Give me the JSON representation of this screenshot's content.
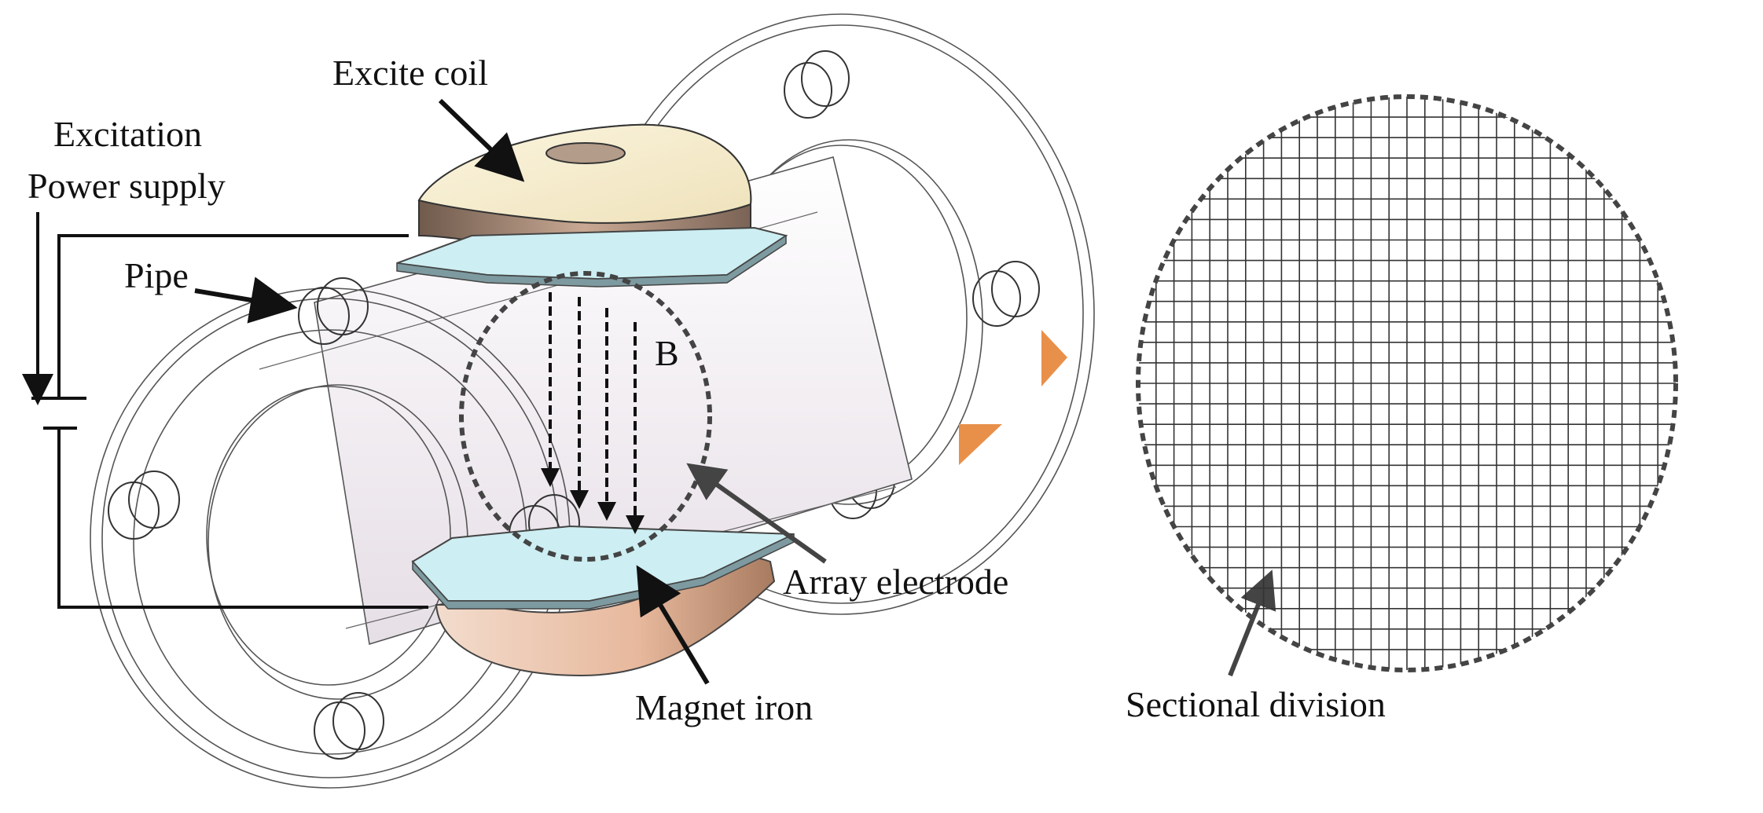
{
  "labels": {
    "excite_coil": "Excite coil",
    "excitation_line1": "Excitation",
    "excitation_line2": "Power supply",
    "pipe": "Pipe",
    "b_field": "B",
    "array_electrode": "Array electrode",
    "magnet_iron": "Magnet iron",
    "sectional_division": "Sectional division"
  },
  "colors": {
    "background": "#ffffff",
    "outline": "#333333",
    "arrow": "#111111",
    "dashed_circle": "#444444",
    "electrode": "#cdeef2",
    "coil_top": "#f7eed0",
    "coil_side": "#9a8270",
    "magnet": "#e7b89c",
    "orange_marker": "#e8904a",
    "grid_line": "#333333"
  },
  "grid": {
    "cols": 30,
    "rows": 28
  }
}
